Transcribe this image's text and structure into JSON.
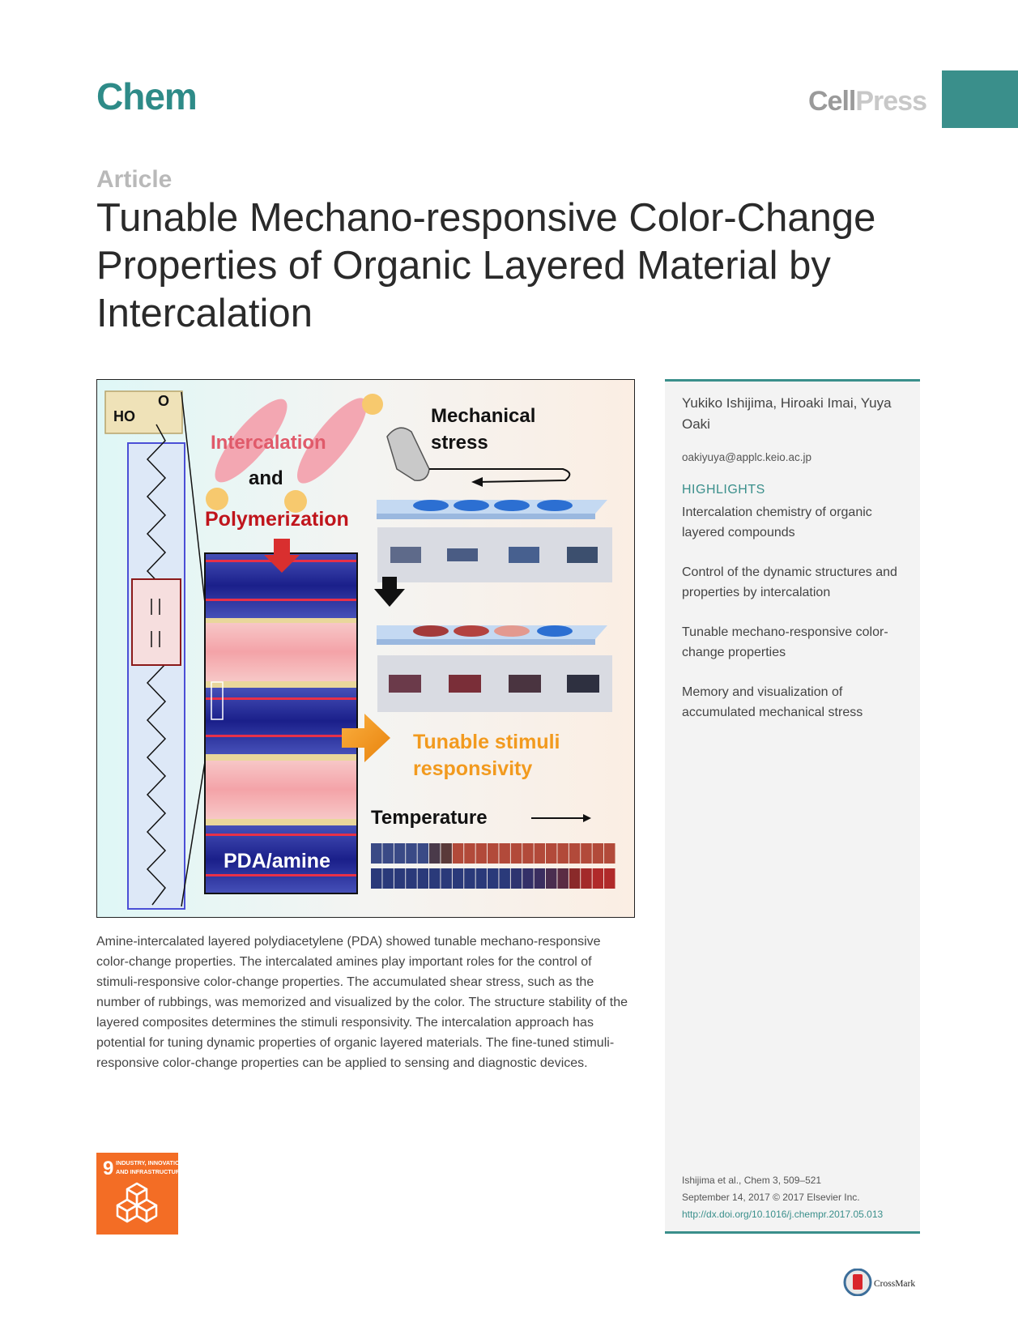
{
  "header": {
    "journal": "Chem",
    "publisher_part1": "Cell",
    "publisher_part2": "Press"
  },
  "article": {
    "type": "Article",
    "title": "Tunable Mechano-responsive Color-Change Properties of Organic Layered Material by Intercalation"
  },
  "figure": {
    "ho_label": "HO",
    "o_label": "O",
    "intercalation": "Intercalation",
    "and": "and",
    "polymerization": "Polymerization",
    "mechanical": "Mechanical",
    "stress": "stress",
    "tunable1": "Tunable stimuli",
    "tunable2": "responsivity",
    "temperature": "Temperature",
    "pda": "PDA/amine"
  },
  "sidebar": {
    "authors": "Yukiko Ishijima, Hiroaki Imai, Yuya Oaki",
    "email": "oakiyuya@applc.keio.ac.jp",
    "highlights_title": "HIGHLIGHTS",
    "highlights": [
      "Intercalation chemistry of organic layered compounds",
      "Control of the dynamic structures and properties by intercalation",
      "Tunable mechano-responsive color-change properties",
      "Memory and visualization of accumulated mechanical stress"
    ],
    "citation_line1": "Ishijima et al., Chem 3, 509–521",
    "citation_line2": "September 14, 2017 © 2017 Elsevier Inc.",
    "doi": "http://dx.doi.org/10.1016/j.chempr.2017.05.013"
  },
  "abstract": "Amine-intercalated layered polydiacetylene (PDA) showed tunable mechano-responsive color-change properties. The intercalated amines play important roles for the control of stimuli-responsive color-change properties. The accumulated shear stress, such as the number of rubbings, was memorized and visualized by the color. The structure stability of the layered composites determines the stimuli responsivity. The intercalation approach has potential for tuning dynamic properties of organic layered materials. The fine-tuned stimuli-responsive color-change properties can be applied to sensing and diagnostic devices.",
  "sdg": {
    "number": "9",
    "line1": "INDUSTRY, INNOVATION",
    "line2": "AND INFRASTRUCTURE"
  },
  "crossmark": "CrossMark",
  "colors": {
    "teal": "#3a8f8b",
    "sdg_orange": "#f36d25"
  }
}
